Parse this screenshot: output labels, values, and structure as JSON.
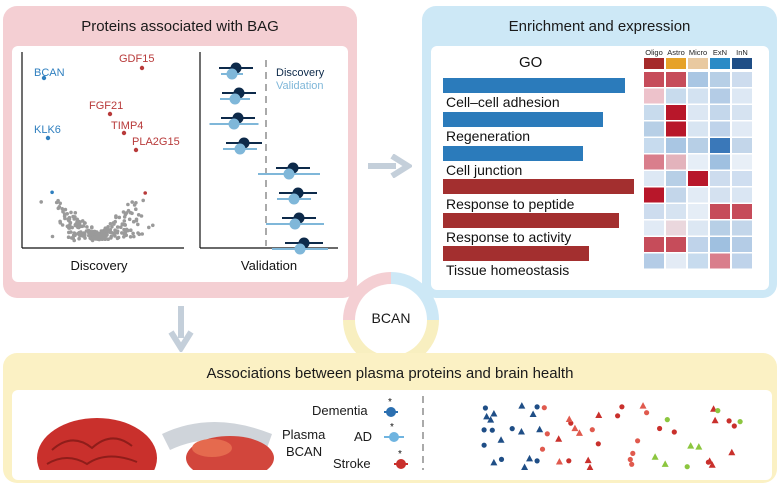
{
  "left_panel": {
    "title": "Proteins associated with BAG",
    "volcano": {
      "xlabel": "Discovery",
      "labels": [
        {
          "text": "BCAN",
          "color": "#2f7fbf"
        },
        {
          "text": "GDF15",
          "color": "#b83a3a"
        },
        {
          "text": "FGF21",
          "color": "#b83a3a"
        },
        {
          "text": "TIMP4",
          "color": "#b83a3a"
        },
        {
          "text": "KLK6",
          "color": "#2f7fbf"
        },
        {
          "text": "PLA2G15",
          "color": "#b83a3a"
        }
      ]
    },
    "forest": {
      "xlabel": "Validation",
      "legend": [
        {
          "text": "Discovery",
          "color": "#0d2a4a"
        },
        {
          "text": "Validation",
          "color": "#7fb7d9"
        }
      ]
    }
  },
  "right_panel": {
    "title": "Enrichment and expression",
    "go_header": "GO",
    "terms": [
      "Cell–cell adhesion",
      "Regeneration",
      "Cell junction",
      "Response to peptide",
      "Response to activity",
      "Tissue homeostasis"
    ],
    "cell_types": [
      {
        "name": "Oligo",
        "color": "#a52a2a"
      },
      {
        "name": "Astro",
        "color": "#e6a228"
      },
      {
        "name": "Micro",
        "color": "#e9c9a0"
      },
      {
        "name": "ExN",
        "color": "#2b8bc6"
      },
      {
        "name": "InN",
        "color": "#1f4e86"
      }
    ],
    "heatmap": [
      [
        "#c64c5a",
        "#c64c5a",
        "#a9c6e3",
        "#b7cfe6",
        "#cddcee"
      ],
      [
        "#edc2cb",
        "#c8dbed",
        "#d3e2f1",
        "#b4cce6",
        "#dde8f4"
      ],
      [
        "#c8dbed",
        "#b8172a",
        "#dce7f3",
        "#c4d7eb",
        "#d6e3f1"
      ],
      [
        "#b7cfe6",
        "#b8172a",
        "#d8e5f2",
        "#bfd3ea",
        "#e1eaf5"
      ],
      [
        "#c7dbee",
        "#a9c6e3",
        "#b7cfe6",
        "#3a78b9",
        "#c3d6ea"
      ],
      [
        "#d97e8c",
        "#e3b3bc",
        "#e6eef7",
        "#9fc0e0",
        "#e8eff7"
      ],
      [
        "#dde8f4",
        "#b7cfe6",
        "#b8172a",
        "#cddcee",
        "#cfdef0"
      ],
      [
        "#b8172a",
        "#c3d6ea",
        "#e2ebf5",
        "#d4e1f0",
        "#dae6f3"
      ],
      [
        "#cddcee",
        "#d6e3f1",
        "#e5edf6",
        "#c64c5a",
        "#c64c5a"
      ],
      [
        "#e1eaf5",
        "#ead7dd",
        "#dce7f3",
        "#b7cfe6",
        "#c3d6ea"
      ],
      [
        "#c64c5a",
        "#c64c5a",
        "#bfd3ea",
        "#9fc0e0",
        "#b4cce6"
      ],
      [
        "#b4cce6",
        "#e3ebf5",
        "#c7dbee",
        "#d97e8c",
        "#bfd3ea"
      ]
    ]
  },
  "center": {
    "label": "BCAN"
  },
  "bottom_panel": {
    "title": "Associations between plasma proteins and brain health",
    "side_label_line1": "Plasma",
    "side_label_line2": "BCAN",
    "outcomes": [
      "Dementia",
      "AD",
      "Stroke"
    ],
    "star": "*"
  }
}
